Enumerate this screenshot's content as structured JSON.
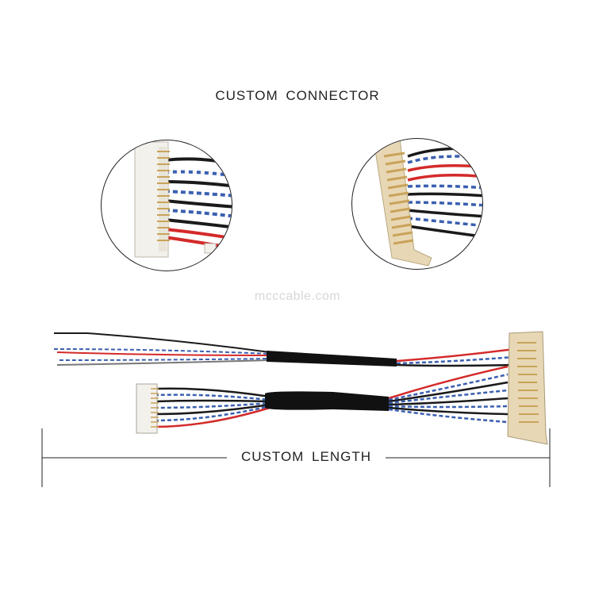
{
  "headline": "CUSTOM CONNECTOR",
  "watermark": "mcccable.com",
  "dimension_label": "CUSTOM LENGTH",
  "colors": {
    "wire_black": "#1a1a1a",
    "wire_red": "#d42a2a",
    "wire_blue": "#3a5fb0",
    "wire_white": "#f4f4f4",
    "connector_white": "#f3f1ec",
    "connector_beige": "#e8d7b4",
    "pins_gold": "#c9a35a"
  }
}
